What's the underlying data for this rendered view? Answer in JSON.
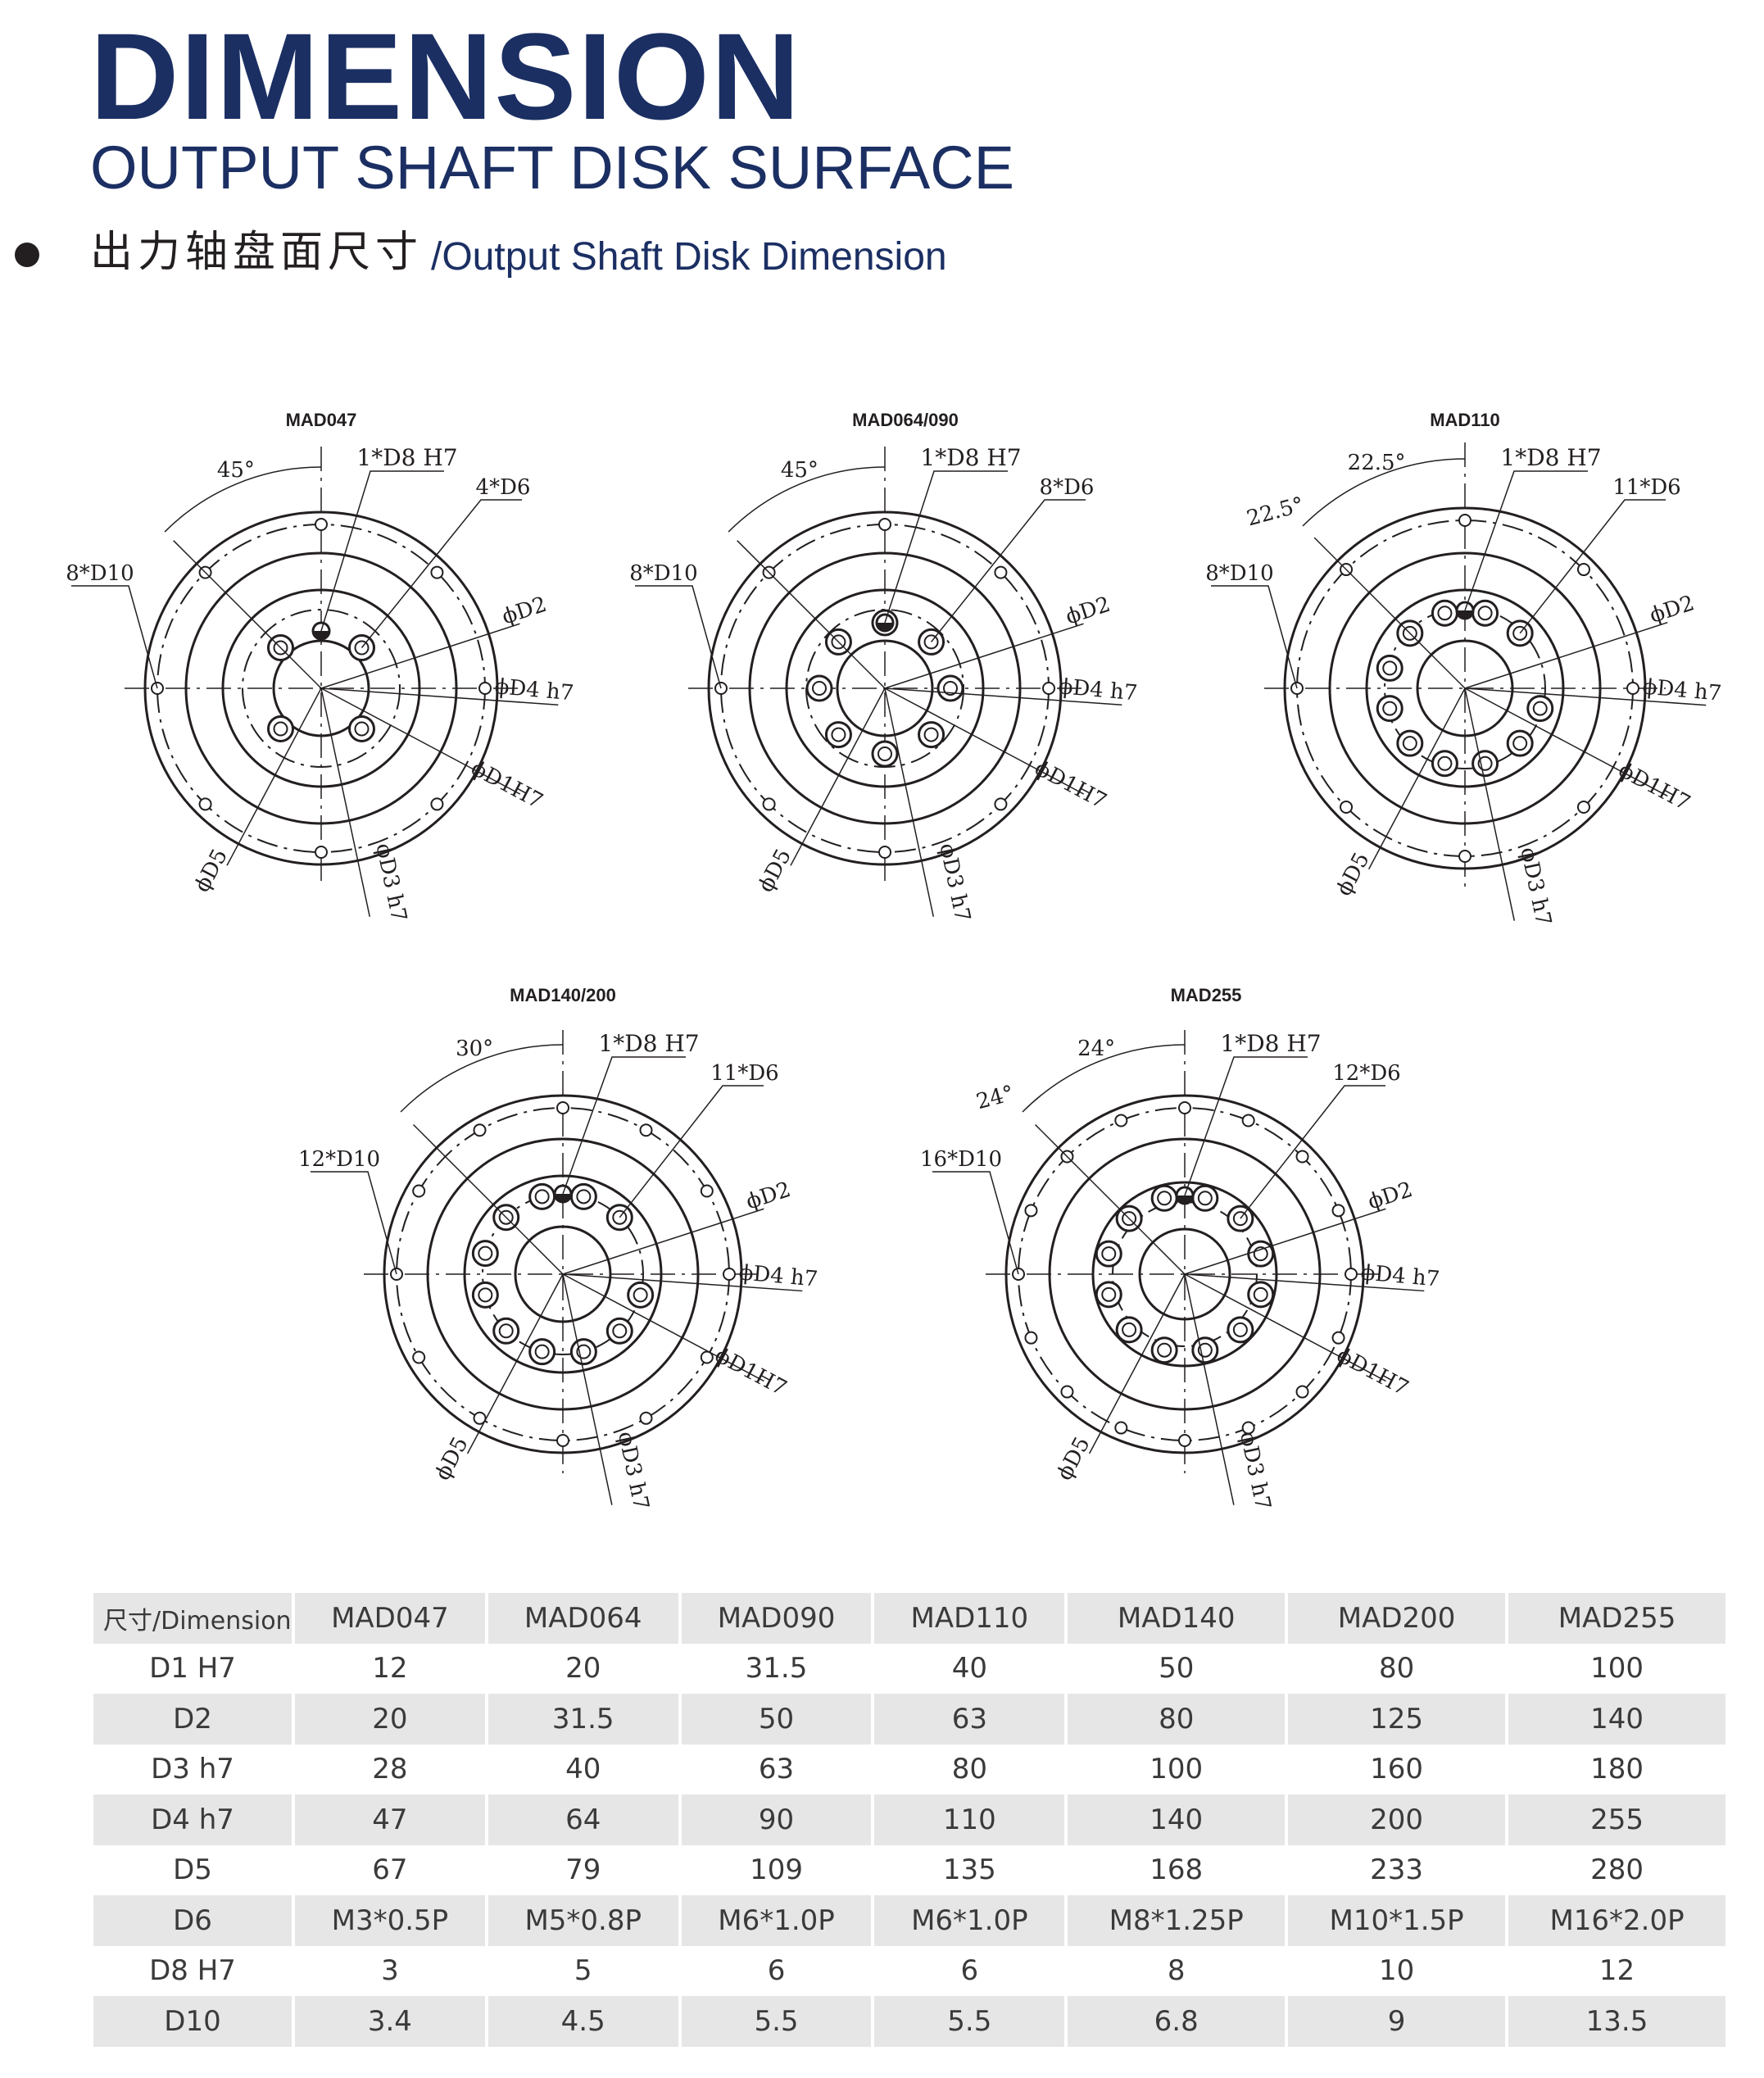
{
  "header": {
    "title": "DIMENSION",
    "subtitle": "OUTPUT SHAFT DISK SURFACE",
    "section_cn": "出力轴盘面尺寸",
    "section_en": "/Output Shaft Disk Dimension"
  },
  "colors": {
    "brand": "#1b2f63",
    "line": "#231f20",
    "row_shade": "#e6e6e7"
  },
  "drawings": [
    {
      "model": "MAD047",
      "angle": "45°",
      "center_hole": "1*D8 H7",
      "threads": "4*D6",
      "pins": "8*D10",
      "d2": "ϕD2",
      "d4": "ϕD4 h7",
      "d1": "ϕD1H7",
      "d5": "ϕD5",
      "d3": "ϕD3 h7"
    },
    {
      "model": "MAD064/090",
      "angle": "45°",
      "center_hole": "1*D8 H7",
      "threads": "8*D6",
      "pins": "8*D10",
      "d2": "ϕD2",
      "d4": "ϕD4 h7",
      "d1": "ϕD1H7",
      "d5": "ϕD5",
      "d3": "ϕD3 h7"
    },
    {
      "model": "MAD110",
      "angle": "22.5°",
      "angle2": "22.5°",
      "center_hole": "1*D8 H7",
      "threads": "11*D6",
      "pins": "8*D10",
      "d2": "ϕD2",
      "d4": "ϕD4 h7",
      "d1": "ϕD1H7",
      "d5": "ϕD5",
      "d3": "ϕD3 h7"
    },
    {
      "model": "MAD140/200",
      "angle": "30°",
      "center_hole": "1*D8 H7",
      "threads": "11*D6",
      "pins": "12*D10",
      "d2": "ϕD2",
      "d4": "ϕD4 h7",
      "d1": "ϕD1H7",
      "d5": "ϕD5",
      "d3": "ϕD3 h7"
    },
    {
      "model": "MAD255",
      "angle": "24°",
      "angle2": "24°",
      "center_hole": "1*D8 H7",
      "threads": "12*D6",
      "pins": "16*D10",
      "d2": "ϕD2",
      "d4": "ϕD4 h7",
      "d1": "ϕD1H7",
      "d5": "ϕD5",
      "d3": "ϕD3 h7"
    }
  ],
  "table": {
    "corner": "尺寸/Dimension",
    "columns": [
      "MAD047",
      "MAD064",
      "MAD090",
      "MAD110",
      "MAD140",
      "MAD200",
      "MAD255"
    ],
    "rows": [
      {
        "label": "D1 H7",
        "values": [
          "12",
          "20",
          "31.5",
          "40",
          "50",
          "80",
          "100"
        ]
      },
      {
        "label": "D2",
        "values": [
          "20",
          "31.5",
          "50",
          "63",
          "80",
          "125",
          "140"
        ]
      },
      {
        "label": "D3 h7",
        "values": [
          "28",
          "40",
          "63",
          "80",
          "100",
          "160",
          "180"
        ]
      },
      {
        "label": "D4 h7",
        "values": [
          "47",
          "64",
          "90",
          "110",
          "140",
          "200",
          "255"
        ]
      },
      {
        "label": "D5",
        "values": [
          "67",
          "79",
          "109",
          "135",
          "168",
          "233",
          "280"
        ]
      },
      {
        "label": "D6",
        "values": [
          "M3*0.5P",
          "M5*0.8P",
          "M6*1.0P",
          "M6*1.0P",
          "M8*1.25P",
          "M10*1.5P",
          "M16*2.0P"
        ]
      },
      {
        "label": "D8 H7",
        "values": [
          "3",
          "5",
          "6",
          "6",
          "8",
          "10",
          "12"
        ]
      },
      {
        "label": "D10",
        "values": [
          "3.4",
          "4.5",
          "5.5",
          "5.5",
          "6.8",
          "9",
          "13.5"
        ]
      }
    ]
  }
}
